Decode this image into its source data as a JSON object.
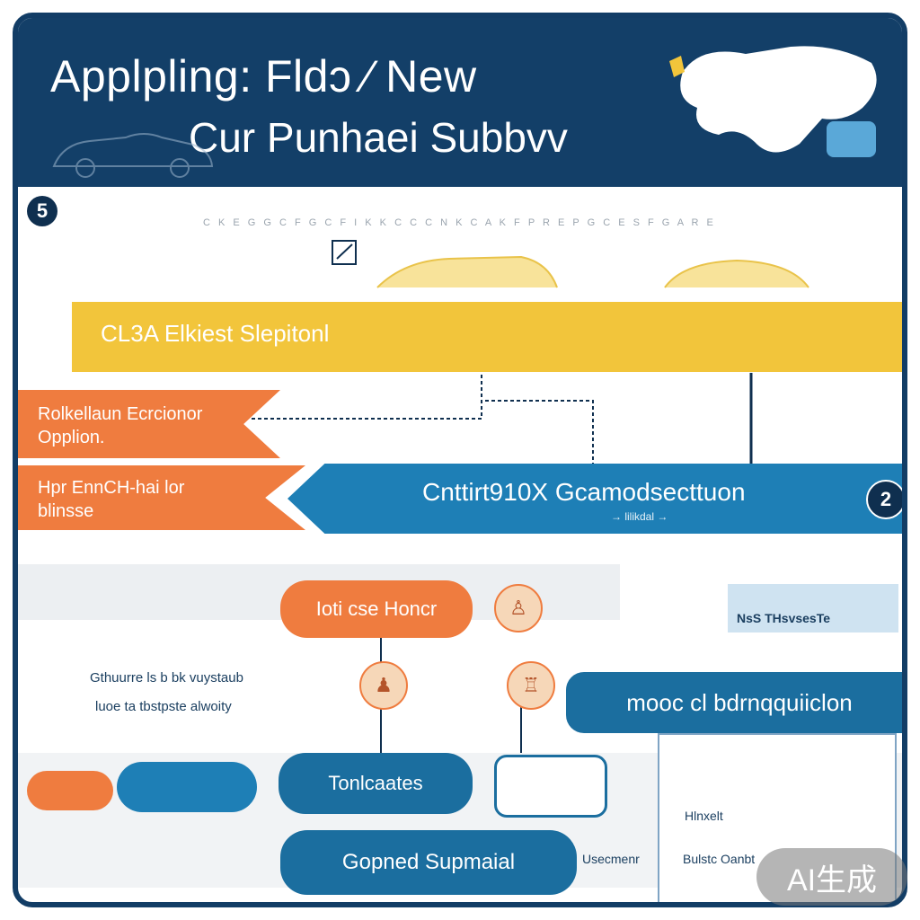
{
  "header": {
    "title_line1": "Applpling: Fldɔ ∕ New",
    "title_line2": "Cur  Punhaei Subbvv"
  },
  "badges": {
    "top_left": "5",
    "right": "2"
  },
  "micro_text": "C K E G G C F G C  F I K K C C C N K C A K F  P R E  P G C E S F G A R E",
  "yellow_band": {
    "label": "CL3A Elkiest Slepitonl"
  },
  "orange_arrows": [
    {
      "line1": "Rolkellaun  Ecrcionor",
      "line2": "Opplion."
    },
    {
      "line1": "Hpr EnnCH-hai lor",
      "line2": "blinsse"
    }
  ],
  "blue_band": {
    "label": "Cnttirt910X  Gcamodsecttuon",
    "sub": "→ lilikdal →"
  },
  "pills": {
    "orange": "Ioti cse Honcr",
    "blue_big": "mooc cl bdrnqquiiclon",
    "blue1": "Tonlcaates",
    "blue2": "Gopned    Supmaial"
  },
  "left_text": {
    "line1": "Gthuurre ls b bk vuystaub",
    "line2": "luoe ta tbstpste alwoity"
  },
  "light_box_text": "NsS THsvsesTe",
  "side_box_labels": {
    "label1": "Hlnxelt",
    "label2": "Bulstc  Oanbt"
  },
  "connector_label": "Usecmenr",
  "watermark": "AI生成",
  "colors": {
    "navy": "#133f68",
    "yellow": "#f2c53b",
    "orange": "#ef7c3f",
    "blue": "#1b6e9f",
    "light_blue": "#1e7fb6"
  }
}
